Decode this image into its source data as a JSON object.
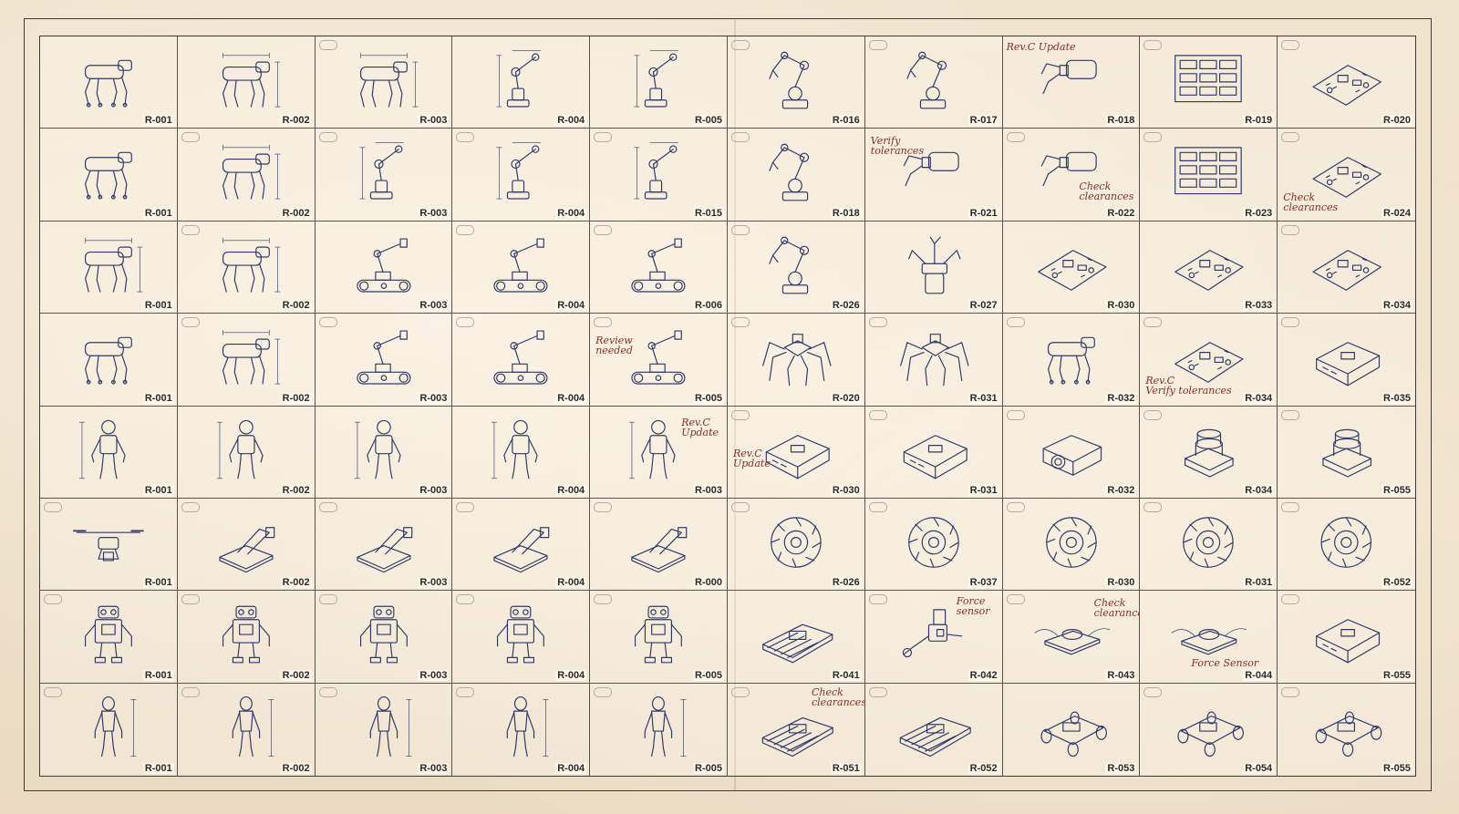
{
  "sheet": {
    "ink_color": "#2f3a6a",
    "note_color": "#8b2f2a",
    "paper_color": "#efe2cc"
  },
  "rows": [
    [
      {
        "code": "R-001",
        "icon": "dog-robot"
      },
      {
        "code": "R-002",
        "icon": "dog-robot-dimensioned"
      },
      {
        "code": "R-003",
        "icon": "dog-robot-dimensioned",
        "tag": true
      },
      {
        "code": "R-004",
        "icon": "robot-arm-dimensioned"
      },
      {
        "code": "R-005",
        "icon": "robot-arm-dimensioned"
      },
      {
        "code": "R-016",
        "icon": "industrial-arm",
        "tag": true
      },
      {
        "code": "R-017",
        "icon": "industrial-arm",
        "tag": true
      },
      {
        "code": "R-018",
        "icon": "gripper",
        "note": "Rev.C Update"
      },
      {
        "code": "R-019",
        "icon": "board-array",
        "tag": true
      },
      {
        "code": "R-020",
        "icon": "circuit-board",
        "tag": true
      }
    ],
    [
      {
        "code": "R-001",
        "icon": "dog-robot"
      },
      {
        "code": "R-002",
        "icon": "dog-robot-dimensioned",
        "tag": true
      },
      {
        "code": "R-003",
        "icon": "robot-arm-dimensioned",
        "tag": true
      },
      {
        "code": "R-004",
        "icon": "robot-arm-dimensioned",
        "tag": true
      },
      {
        "code": "R-015",
        "icon": "robot-arm-dimensioned",
        "tag": true
      },
      {
        "code": "R-018",
        "icon": "industrial-arm",
        "tag": true
      },
      {
        "code": "R-021",
        "icon": "gripper",
        "note": "Verify\ntolerances"
      },
      {
        "code": "R-022",
        "icon": "gripper",
        "tag": true,
        "note": "Check\nclearances"
      },
      {
        "code": "R-023",
        "icon": "board-array",
        "tag": true
      },
      {
        "code": "R-024",
        "icon": "circuit-board",
        "tag": true,
        "note": "Check\nclearances"
      }
    ],
    [
      {
        "code": "R-001",
        "icon": "dog-robot-dimensioned"
      },
      {
        "code": "R-002",
        "icon": "dog-robot-dimensioned",
        "tag": true
      },
      {
        "code": "R-003",
        "icon": "tracked-arm"
      },
      {
        "code": "R-004",
        "icon": "tracked-arm",
        "tag": true
      },
      {
        "code": "R-006",
        "icon": "tracked-arm",
        "tag": true
      },
      {
        "code": "R-026",
        "icon": "industrial-arm",
        "tag": true
      },
      {
        "code": "R-027",
        "icon": "claw-gripper"
      },
      {
        "code": "R-030",
        "icon": "circuit-board"
      },
      {
        "code": "R-033",
        "icon": "circuit-board"
      },
      {
        "code": "R-034",
        "icon": "circuit-board",
        "tag": true
      }
    ],
    [
      {
        "code": "R-001",
        "icon": "dog-robot"
      },
      {
        "code": "R-002",
        "icon": "dog-robot-dimensioned",
        "tag": true
      },
      {
        "code": "R-003",
        "icon": "tracked-arm",
        "tag": true
      },
      {
        "code": "R-004",
        "icon": "tracked-arm",
        "tag": true
      },
      {
        "code": "R-005",
        "icon": "tracked-arm",
        "tag": true,
        "note": "Review\nneeded"
      },
      {
        "code": "R-020",
        "icon": "hexapod",
        "tag": true
      },
      {
        "code": "R-031",
        "icon": "hexapod",
        "tag": true
      },
      {
        "code": "R-032",
        "icon": "dog-robot",
        "tag": true
      },
      {
        "code": "R-034",
        "icon": "circuit-board",
        "tag": true,
        "note": "Rev.C\nVerify tolerances"
      },
      {
        "code": "R-035",
        "icon": "enclosure",
        "tag": true
      }
    ],
    [
      {
        "code": "R-001",
        "icon": "humanoid"
      },
      {
        "code": "R-002",
        "icon": "humanoid"
      },
      {
        "code": "R-003",
        "icon": "humanoid"
      },
      {
        "code": "R-004",
        "icon": "humanoid"
      },
      {
        "code": "R-003",
        "icon": "humanoid",
        "note": "Rev.C\nUpdate"
      },
      {
        "code": "R-030",
        "icon": "enclosure",
        "tag": true,
        "note": "Rev.C\nUpdate"
      },
      {
        "code": "R-031",
        "icon": "enclosure",
        "tag": true
      },
      {
        "code": "R-032",
        "icon": "camera-box",
        "tag": true
      },
      {
        "code": "R-034",
        "icon": "lidar",
        "tag": true
      },
      {
        "code": "R-055",
        "icon": "lidar",
        "tag": true
      }
    ],
    [
      {
        "code": "R-001",
        "icon": "drone",
        "tag": true
      },
      {
        "code": "R-002",
        "icon": "desk-arm",
        "tag": true
      },
      {
        "code": "R-003",
        "icon": "desk-arm",
        "tag": true
      },
      {
        "code": "R-004",
        "icon": "desk-arm",
        "tag": true
      },
      {
        "code": "R-000",
        "icon": "desk-arm",
        "tag": true
      },
      {
        "code": "R-026",
        "icon": "mecanum-wheel",
        "tag": true
      },
      {
        "code": "R-037",
        "icon": "mecanum-wheel",
        "tag": true
      },
      {
        "code": "R-030",
        "icon": "mecanum-wheel",
        "tag": true
      },
      {
        "code": "R-031",
        "icon": "mecanum-wheel",
        "tag": true
      },
      {
        "code": "R-052",
        "icon": "mecanum-wheel",
        "tag": true
      }
    ],
    [
      {
        "code": "R-001",
        "icon": "boxy-robot",
        "tag": true
      },
      {
        "code": "R-002",
        "icon": "boxy-robot",
        "tag": true
      },
      {
        "code": "R-003",
        "icon": "boxy-robot",
        "tag": true
      },
      {
        "code": "R-004",
        "icon": "boxy-robot",
        "tag": true
      },
      {
        "code": "R-005",
        "icon": "boxy-robot",
        "tag": true
      },
      {
        "code": "R-041",
        "icon": "tank-chassis"
      },
      {
        "code": "R-042",
        "icon": "force-sensor-arm",
        "tag": true,
        "note": "Force\nsensor"
      },
      {
        "code": "R-043",
        "icon": "sensor-puck",
        "tag": true,
        "note": "Check\nclearances"
      },
      {
        "code": "R-044",
        "icon": "sensor-puck",
        "note": "Force Sensor"
      },
      {
        "code": "R-055",
        "icon": "enclosure",
        "tag": true
      }
    ],
    [
      {
        "code": "R-001",
        "icon": "slim-humanoid",
        "tag": true
      },
      {
        "code": "R-002",
        "icon": "slim-humanoid",
        "tag": true
      },
      {
        "code": "R-003",
        "icon": "slim-humanoid",
        "tag": true
      },
      {
        "code": "R-004",
        "icon": "slim-humanoid",
        "tag": true
      },
      {
        "code": "R-005",
        "icon": "slim-humanoid",
        "tag": true
      },
      {
        "code": "R-051",
        "icon": "tank-chassis",
        "tag": true,
        "note": "Check\nclearances"
      },
      {
        "code": "R-052",
        "icon": "tank-chassis",
        "tag": true
      },
      {
        "code": "R-053",
        "icon": "wheeled-chassis"
      },
      {
        "code": "R-054",
        "icon": "wheeled-chassis",
        "tag": true
      },
      {
        "code": "R-055",
        "icon": "wheeled-chassis",
        "tag": true
      }
    ]
  ]
}
